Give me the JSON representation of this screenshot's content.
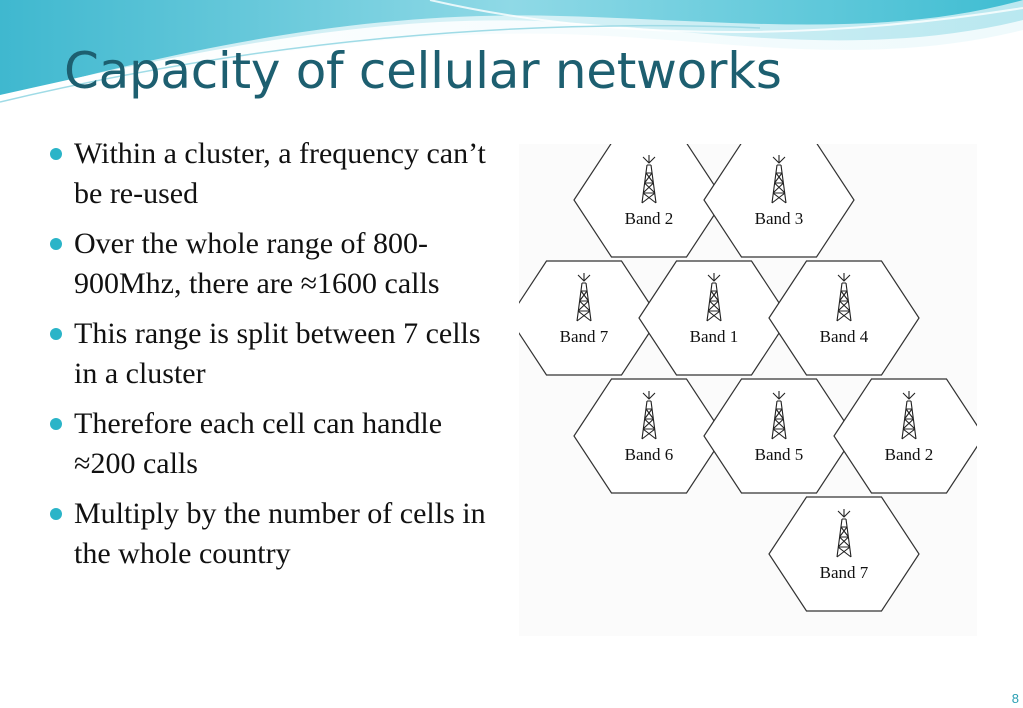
{
  "slide": {
    "title": "Capacity of cellular networks",
    "number": "8"
  },
  "bullets": [
    "Within a cluster, a frequency can’t be re-used",
    "Over the whole range of 800-900Mhz, there are ≈1600 calls",
    "This range is split between 7 cells in a cluster",
    "Therefore each cell can handle ≈200 calls",
    "Multiply by the number of cells in the whole country"
  ],
  "diagram": {
    "cells": [
      {
        "label": "Band 2",
        "icon": "cell-tower-icon"
      },
      {
        "label": "Band 3",
        "icon": "cell-tower-icon"
      },
      {
        "label": "Band 7",
        "icon": "cell-tower-icon"
      },
      {
        "label": "Band 1",
        "icon": "cell-tower-icon"
      },
      {
        "label": "Band 4",
        "icon": "cell-tower-icon"
      },
      {
        "label": "Band 6",
        "icon": "cell-tower-icon"
      },
      {
        "label": "Band 5",
        "icon": "cell-tower-icon"
      },
      {
        "label": "Band 2",
        "icon": "cell-tower-icon"
      },
      {
        "label": "Band 7",
        "icon": "cell-tower-icon"
      }
    ]
  },
  "colors": {
    "title": "#1d5f70",
    "bullet": "#2ab4c8",
    "header_wave": "#4cc3d6"
  }
}
